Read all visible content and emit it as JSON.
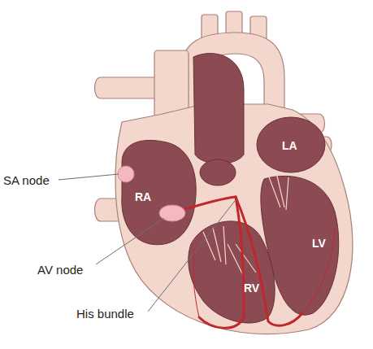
{
  "diagram": {
    "labels": [
      "SA node",
      "RA",
      "LA",
      "AV node",
      "LV",
      "RV",
      "His bundle"
    ]
  }
}
